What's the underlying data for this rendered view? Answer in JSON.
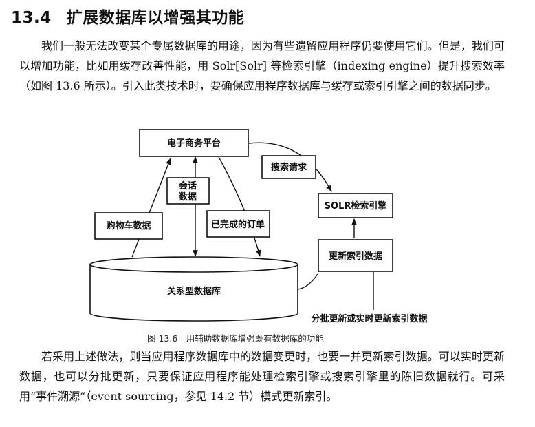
{
  "section": {
    "number": "13.4",
    "title": "扩展数据库以增强其功能"
  },
  "paragraph_1": "我们一般无法改变某个专属数据库的用途，因为有些遗留应用程序仍要使用它们。但是，我们可以增加功能，比如用缓存改善性能，用 Solr[Solr] 等检索引擎（indexing engine）提升搜索效率（如图 13.6 所示）。引入此类技术时，要确保应用程序数据库与缓存或索引引擎之间的数据同步。",
  "diagram": {
    "ecommerce_platform": "电子商务平台",
    "search_request": "搜索请求",
    "solr_engine": "SOLR检索引擎",
    "session_data_line1": "会话",
    "session_data_line2": "数据",
    "cart_data": "购物车数据",
    "completed_orders": "已完成的订单",
    "update_index_data": "更新索引数据",
    "relational_db": "关系型数据库",
    "batch_or_realtime": "分批更新或实时更新索引数据"
  },
  "caption": "图 13.6　用辅助数据库增强既有数据库的功能",
  "paragraph_2": "若采用上述做法，则当应用程序数据库中的数据变更时，也要一并更新索引数据。可以实时更新数据，也可以分批更新，只要保证应用程序能处理检索引擎或搜索引擎里的陈旧数据就行。可采用“事件溯源”（event sourcing，参见 14.2 节）模式更新索引。"
}
